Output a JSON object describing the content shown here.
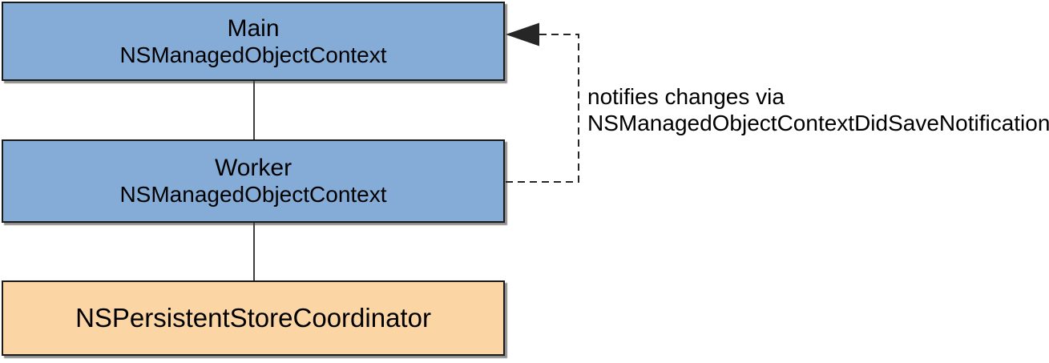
{
  "diagram": {
    "nodes": [
      {
        "id": "main-context",
        "title": "Main",
        "subtitle": "NSManagedObjectContext",
        "fill": "#84ACD7"
      },
      {
        "id": "worker-context",
        "title": "Worker",
        "subtitle": "NSManagedObjectContext",
        "fill": "#84ACD7"
      },
      {
        "id": "persistent-store-coordinator",
        "title": "NSPersistentStoreCoordinator",
        "subtitle": "",
        "fill": "#FCD5A4"
      }
    ],
    "edges": [
      {
        "from": "main-context",
        "to": "worker-context",
        "style": "solid-line"
      },
      {
        "from": "worker-context",
        "to": "persistent-store-coordinator",
        "style": "solid-line"
      },
      {
        "from": "worker-context",
        "to": "main-context",
        "style": "dashed-arrow",
        "label_line1": "notifies changes via",
        "label_line2": "NSManagedObjectContextDidSaveNotification"
      }
    ],
    "colors": {
      "node_blue": "#84ACD7",
      "node_orange": "#FCD5A4",
      "node_border": "#1A1A1A",
      "connector": "#3F3F3F",
      "edge": "#262626",
      "shadow": "#8E8E8E",
      "text": "#000000",
      "background": "#FFFFFF"
    }
  }
}
